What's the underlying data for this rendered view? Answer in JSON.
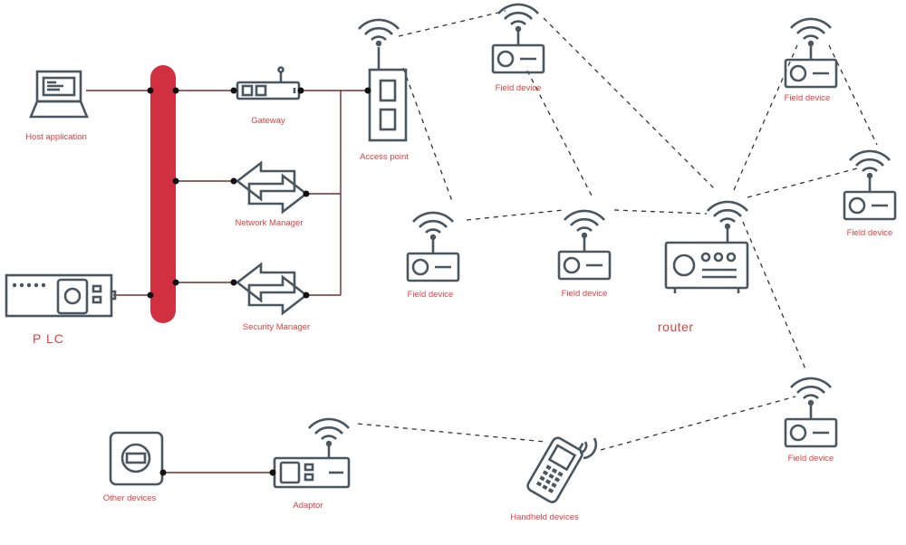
{
  "labels": {
    "host_application": "Host application",
    "plc": "P LC",
    "gateway": "Gateway",
    "network_manager": "Network Manager",
    "security_manager": "Security Manager",
    "access_point": "Access point",
    "router": "router",
    "field_device": "Field device",
    "other_devices": "Other devices",
    "adaptor": "Adaptor",
    "handheld_devices": "Handheld devices"
  },
  "colors": {
    "accent": "#e0403f",
    "bus": "#d03040",
    "device": "#4a5760",
    "wire": "#7b2b2e"
  }
}
